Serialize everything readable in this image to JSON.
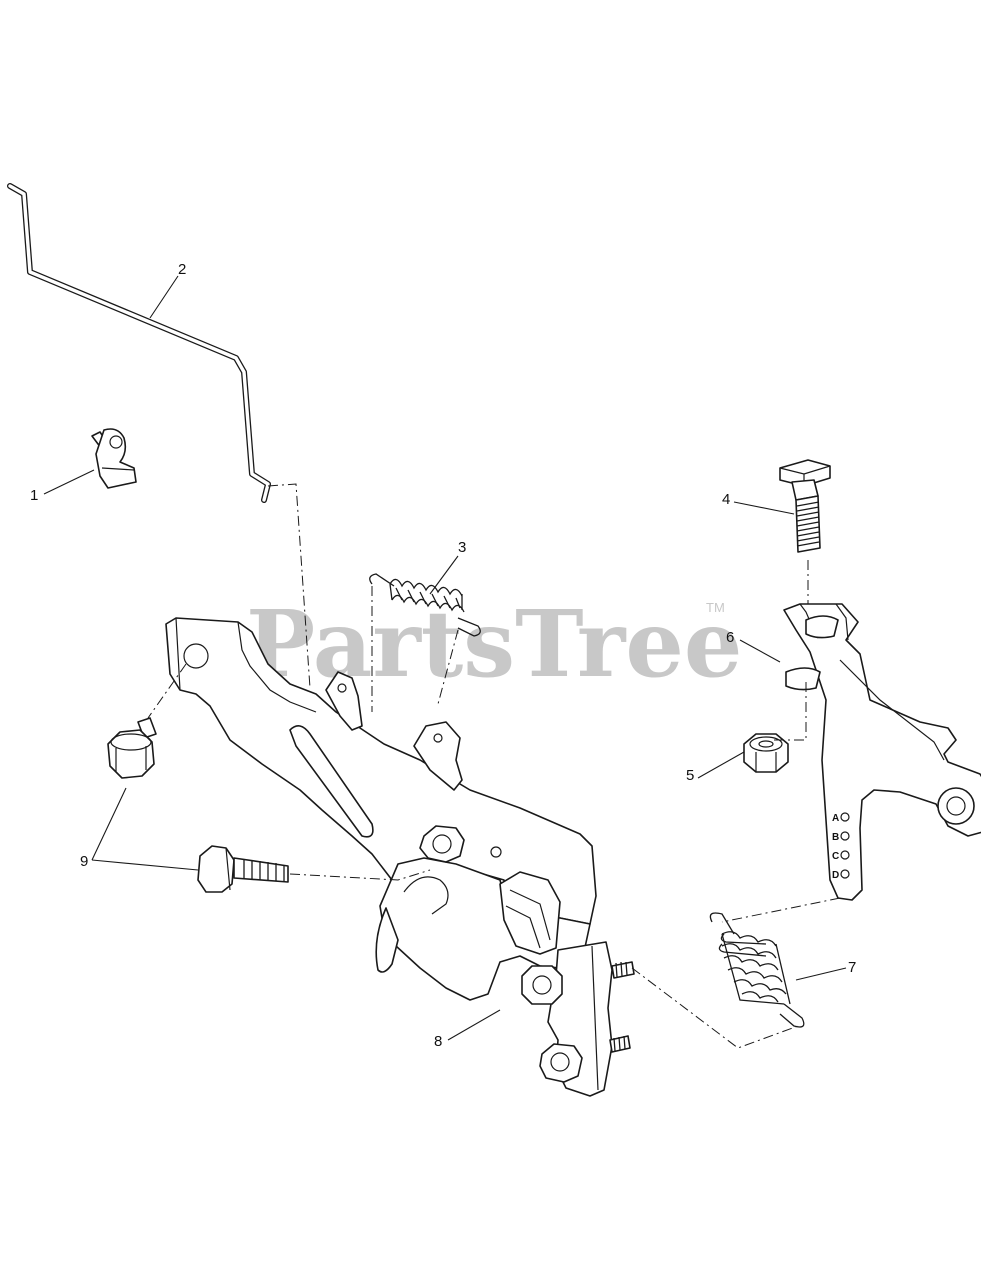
{
  "watermark": {
    "text": "PartsTree",
    "trademark": "TM"
  },
  "callouts": [
    "1",
    "2",
    "3",
    "4",
    "5",
    "6",
    "7",
    "8",
    "9"
  ],
  "slot_letters": [
    "A",
    "B",
    "C",
    "D"
  ]
}
